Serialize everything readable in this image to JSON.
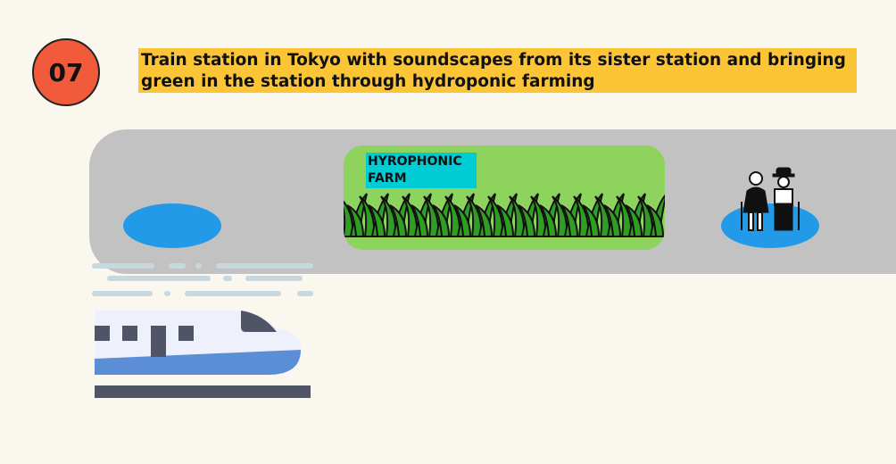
{
  "badge": {
    "number": "07"
  },
  "title": "Train station in Tokyo with soundscapes from its sister station and bringing green in the station through hydroponic farming",
  "farm": {
    "label": "HYROPHONIC FARM"
  },
  "icons": [
    "train-icon",
    "grass-icon",
    "elderly-couple-icon"
  ],
  "colors": {
    "badge": "#f15a3b",
    "title_bg": "#fcc535",
    "band": "#c2c2c2",
    "farm": "#8fd35f",
    "label_bg": "#00ccd3",
    "spot": "#239ae8"
  }
}
